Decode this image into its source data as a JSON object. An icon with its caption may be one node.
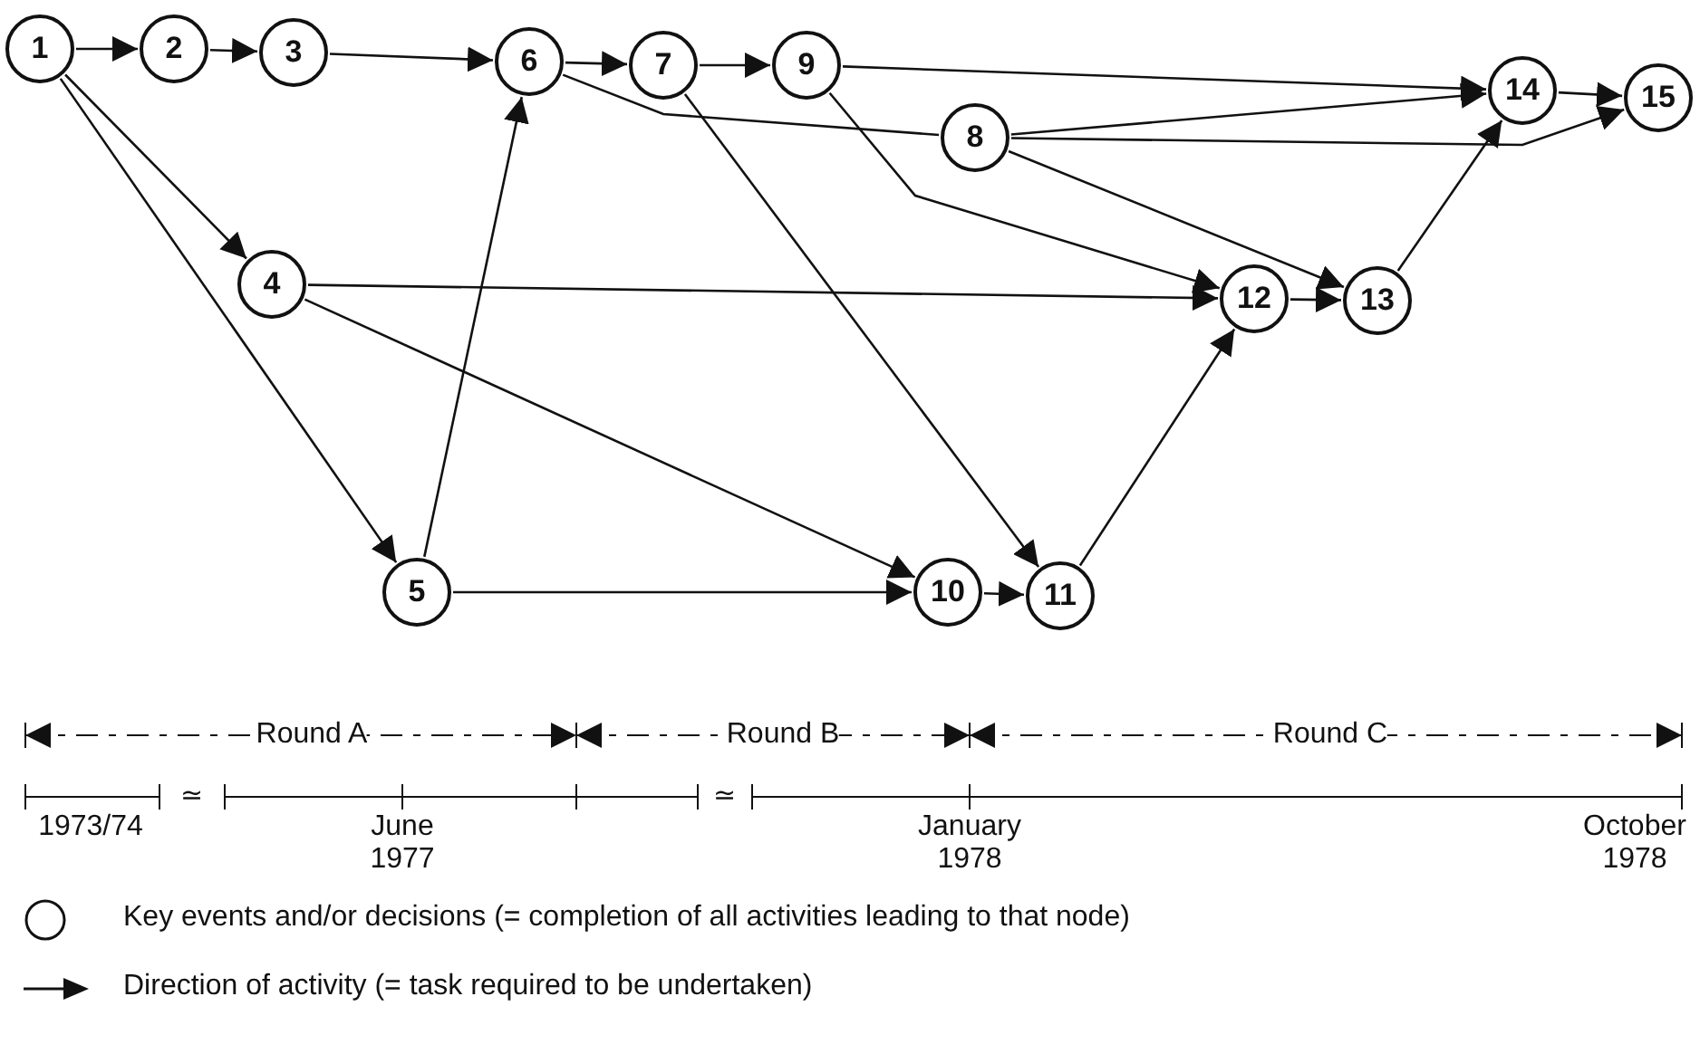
{
  "diagram": {
    "nodes": [
      {
        "text": [
          "1"
        ]
      },
      {
        "text": [
          "2"
        ]
      },
      {
        "text": [
          "3"
        ]
      },
      {
        "text": [
          "4"
        ]
      },
      {
        "text": [
          "5"
        ]
      },
      {
        "text": [
          "6"
        ]
      },
      {
        "text": [
          "7"
        ]
      },
      {
        "text": [
          "8"
        ]
      },
      {
        "text": [
          "9"
        ]
      },
      {
        "text": [
          "10"
        ]
      },
      {
        "text": [
          "11"
        ]
      },
      {
        "text": [
          "12"
        ]
      },
      {
        "text": [
          "13"
        ]
      },
      {
        "text": [
          "14"
        ]
      },
      {
        "text": [
          "15"
        ]
      }
    ],
    "edges": [
      {
        "from": 0,
        "to": 1,
        "arrow": "to"
      },
      {
        "from": 1,
        "to": 2,
        "arrow": "to"
      },
      {
        "from": 2,
        "to": 5,
        "arrow": "to"
      },
      {
        "from": 5,
        "to": 6,
        "arrow": "to"
      },
      {
        "from": 6,
        "to": 8,
        "arrow": "to"
      },
      {
        "from": 0,
        "to": 3,
        "arrow": "to"
      },
      {
        "from": 0,
        "to": 4,
        "arrow": "to"
      },
      {
        "from": 4,
        "to": 5,
        "arrow": "to"
      },
      {
        "from": 3,
        "to": 11,
        "arrow": "to"
      },
      {
        "from": 3,
        "to": 9,
        "arrow": "to"
      },
      {
        "from": 4,
        "to": 9,
        "arrow": "to"
      },
      {
        "from": 9,
        "to": 10,
        "arrow": "to"
      },
      {
        "from": 6,
        "to": 10,
        "arrow": "to"
      },
      {
        "from": 10,
        "to": 11,
        "arrow": "to"
      },
      {
        "from": 5,
        "to": 7,
        "arrow": "none"
      },
      {
        "from": 8,
        "to": 11,
        "arrow": "to"
      },
      {
        "from": 8,
        "to": 13,
        "arrow": "to"
      },
      {
        "from": 7,
        "to": 13,
        "arrow": "to"
      },
      {
        "from": 7,
        "to": 14,
        "arrow": "to"
      },
      {
        "from": 7,
        "to": 12,
        "arrow": "to"
      },
      {
        "from": 11,
        "to": 12,
        "arrow": "to"
      },
      {
        "from": 12,
        "to": 13,
        "arrow": "to"
      },
      {
        "from": 13,
        "to": 14,
        "arrow": "to"
      }
    ],
    "labels": [
      "Round A",
      "Round B",
      "Round C",
      "1973/74",
      "≃",
      "June 1977",
      "≃",
      "January 1978",
      "October 1978"
    ],
    "legend": [
      {
        "text": "Key events and/or decisions (= completion of all activities leading to that node)"
      },
      {
        "text": "Direction of activity (= task required to be undertaken)"
      }
    ]
  }
}
